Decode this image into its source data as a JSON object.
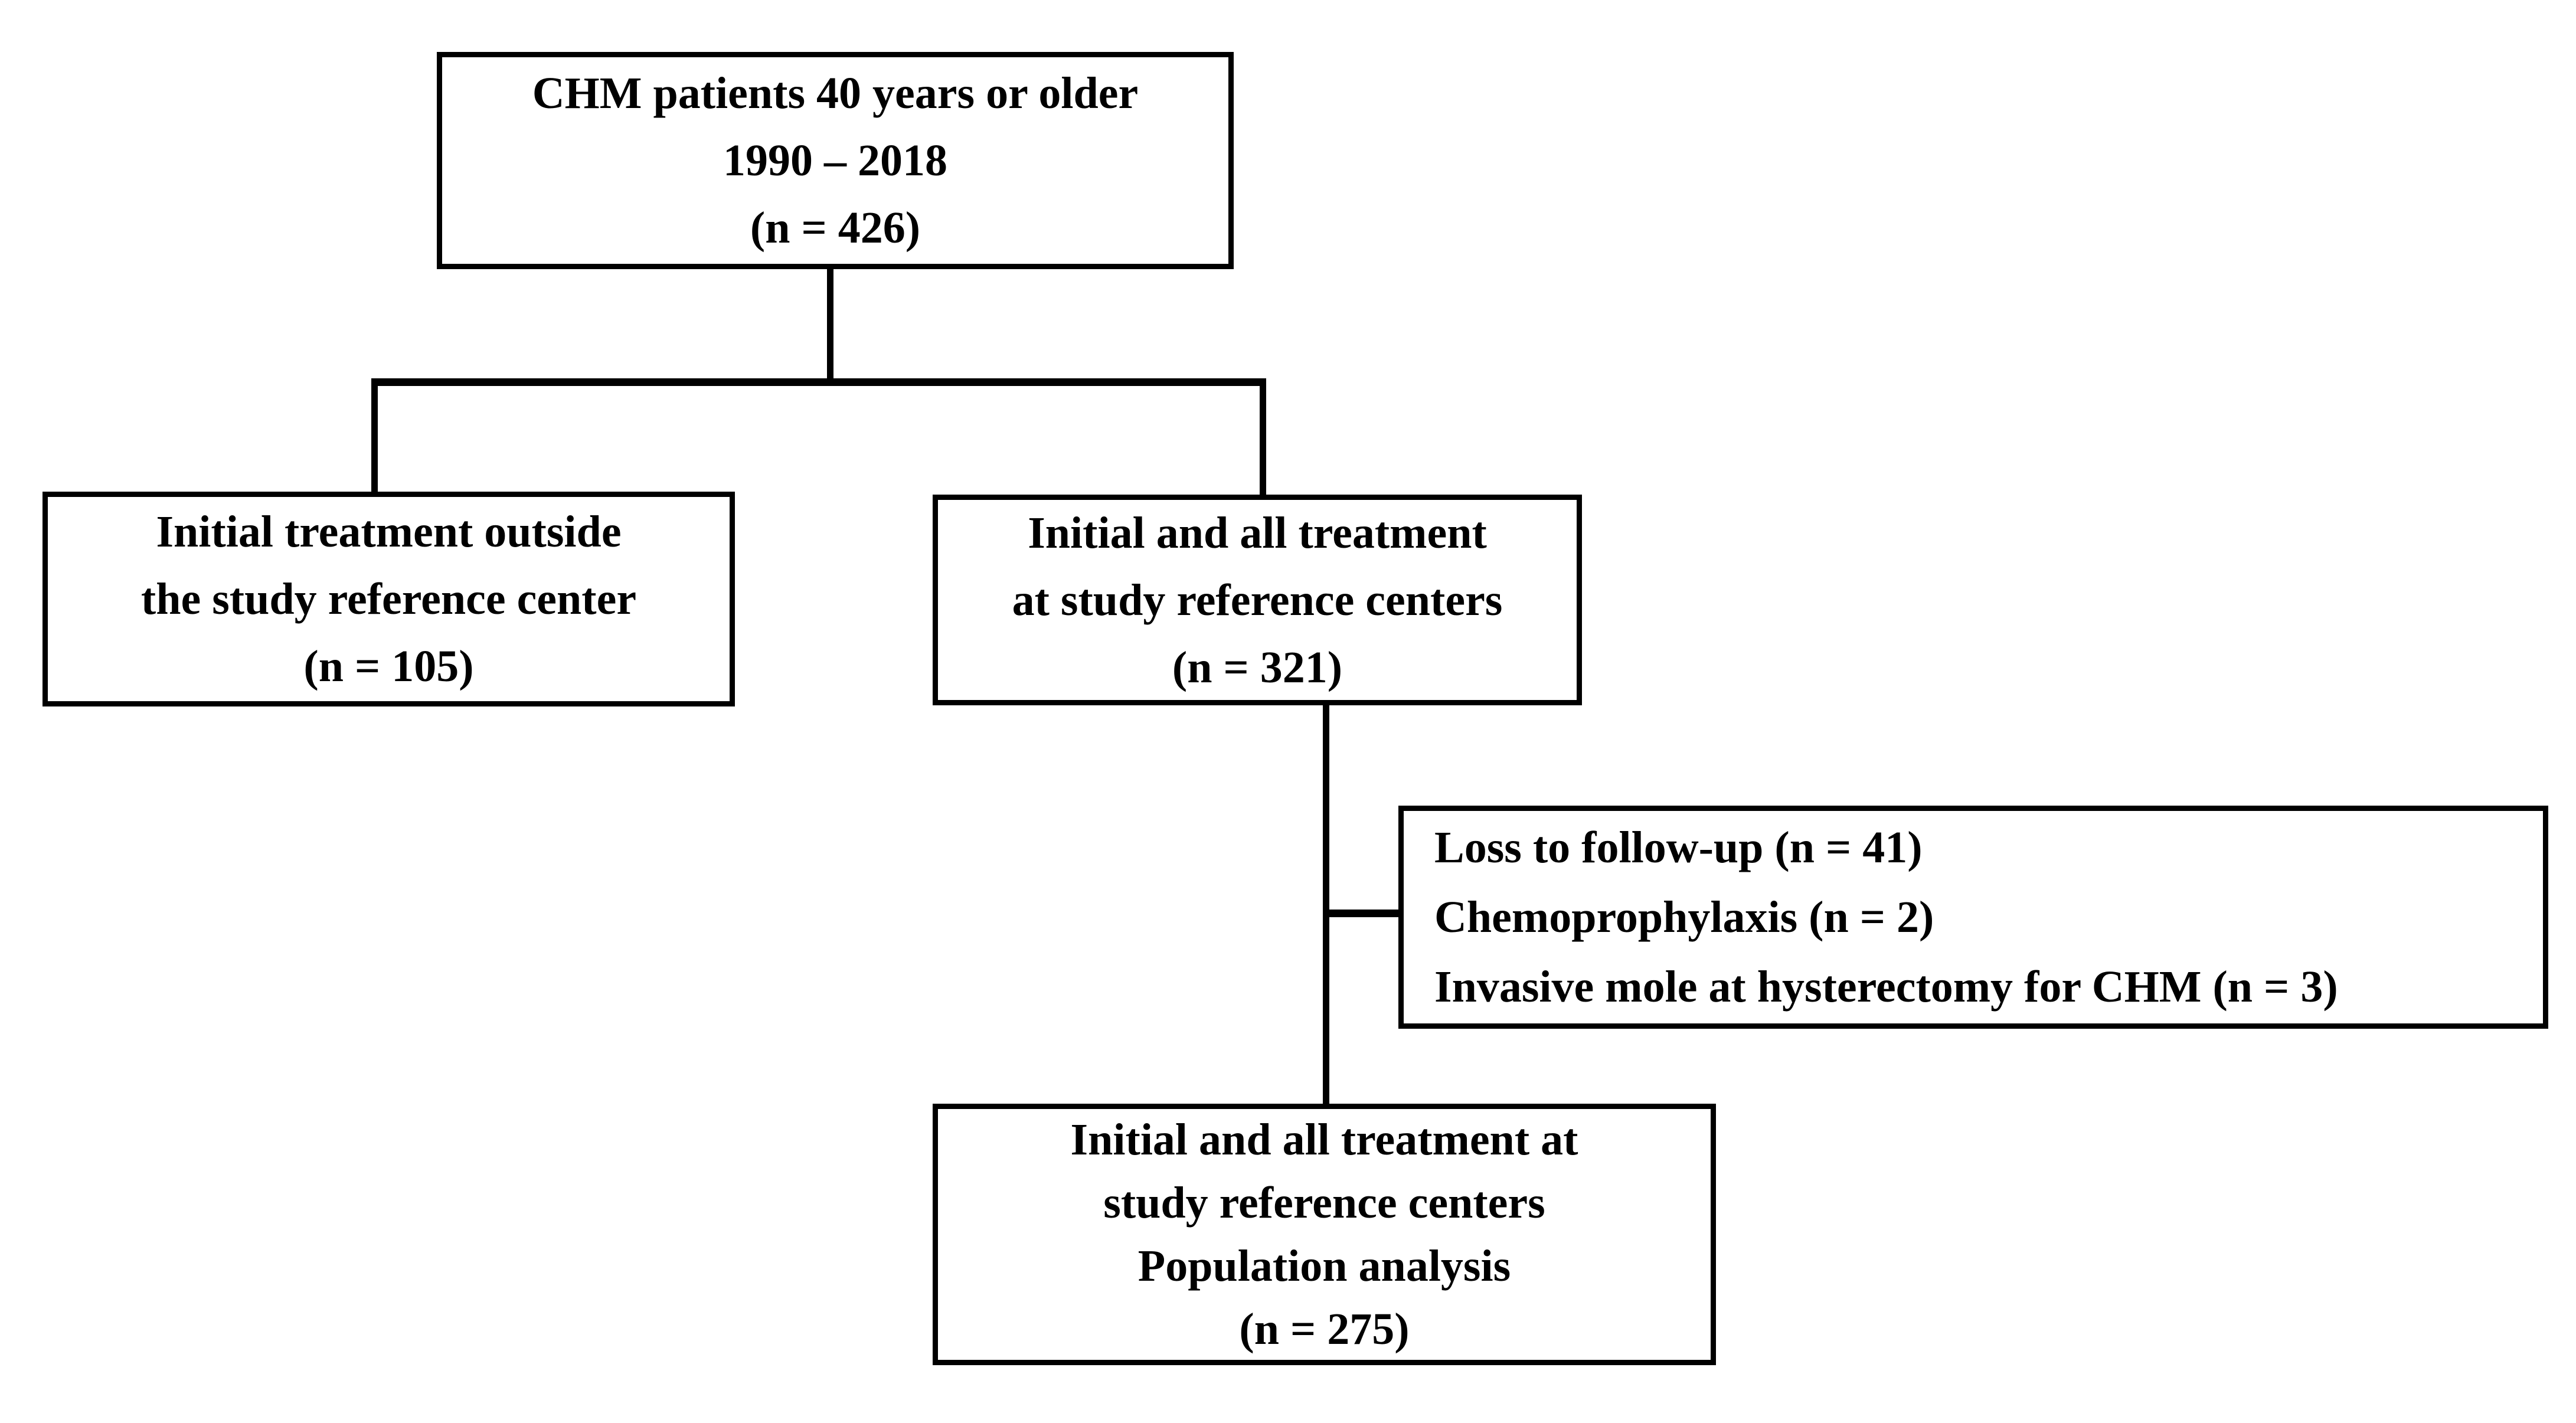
{
  "colors": {
    "background": "#ffffff",
    "box_border": "#000000",
    "text": "#000000",
    "connector": "#000000"
  },
  "boxes": {
    "top": {
      "lines": [
        "CHM patients 40 years or older",
        "1990 – 2018",
        "(n = 426)"
      ]
    },
    "left": {
      "lines": [
        "Initial treatment outside",
        "the study reference center",
        "(n = 105)"
      ]
    },
    "right": {
      "lines": [
        "Initial and all treatment",
        "at study reference centers",
        "(n = 321)"
      ]
    },
    "exclusions": {
      "lines": [
        "Loss to follow-up (n = 41)",
        "Chemoprophylaxis (n = 2)",
        "Invasive mole at hysterectomy for CHM (n = 3)"
      ]
    },
    "bottom": {
      "lines": [
        "Initial and all treatment at",
        "study reference centers",
        "Population analysis",
        "(n = 275)"
      ]
    }
  }
}
